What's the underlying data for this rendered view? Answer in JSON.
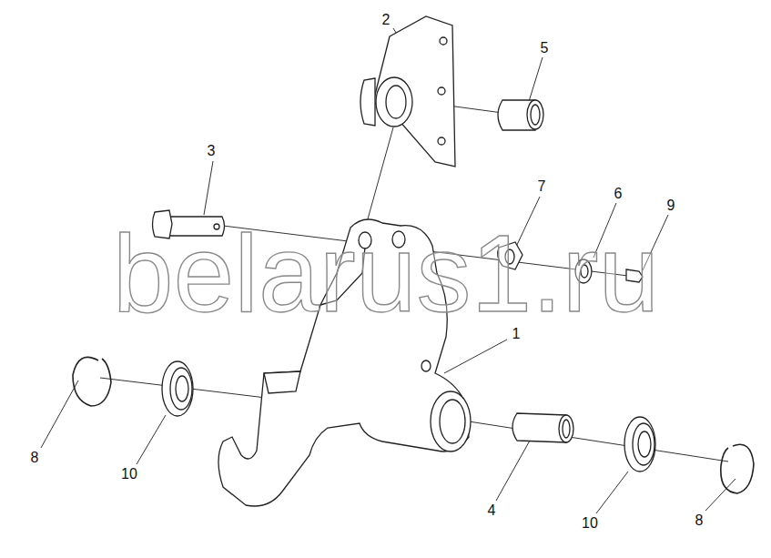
{
  "diagram": {
    "labels": [
      "2",
      "5",
      "3",
      "7",
      "6",
      "9",
      "1",
      "8",
      "10",
      "4",
      "10",
      "8",
      "belarus1.ru"
    ]
  }
}
